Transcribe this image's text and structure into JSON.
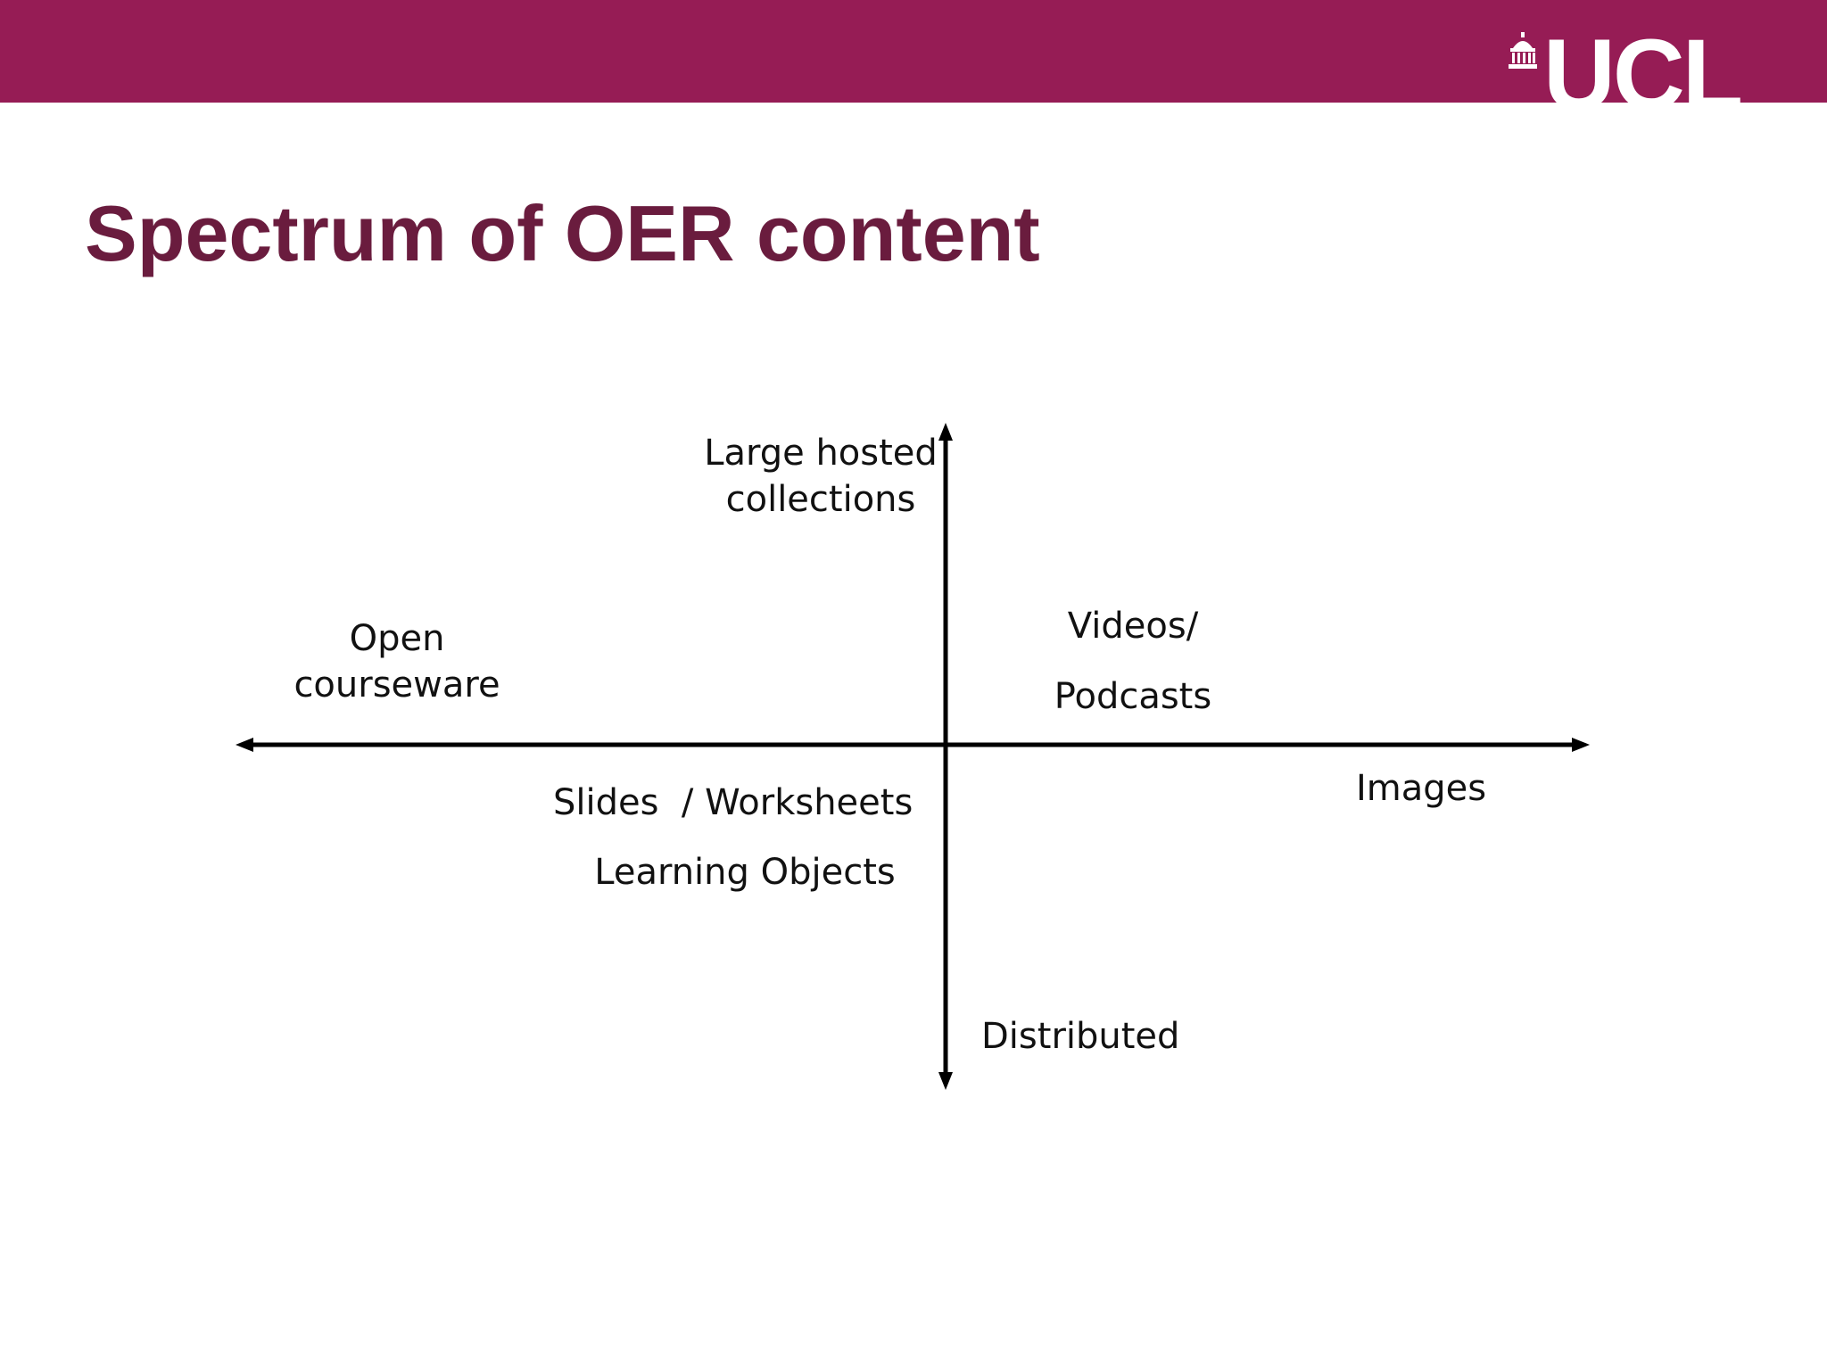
{
  "header": {
    "brand_color": "#961c55",
    "logo_text": "UCL",
    "logo_icon": "portico-dome-icon"
  },
  "slide": {
    "title": "Spectrum of OER content",
    "title_color": "#6a1c3e"
  },
  "diagram": {
    "axis_color": "#000000",
    "axis_top_label": "Large hosted\ncollections",
    "axis_bottom_label": "Distributed",
    "axis_left_label": "Open\ncourseware",
    "axis_right_label": "Images",
    "items": {
      "videos_line1": "Videos/",
      "videos_line2": "Podcasts",
      "slides": "Slides  / Worksheets",
      "learning_objects": "Learning Objects"
    }
  }
}
